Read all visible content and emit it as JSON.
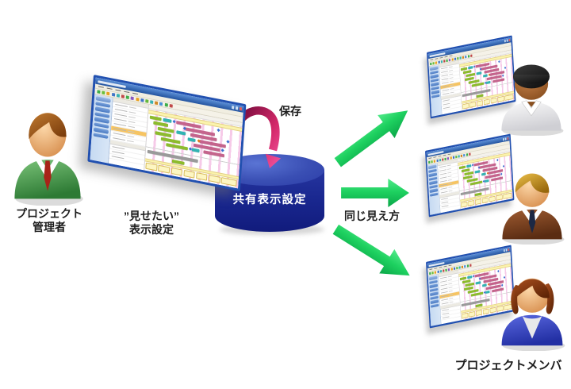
{
  "manager": {
    "label_line1": "プロジェクト",
    "label_line2": "管理者"
  },
  "settings_label": {
    "line1": "”見せたい”",
    "line2": "表示設定"
  },
  "save_arrow": {
    "label": "保存",
    "gradient_start": "#8a1246",
    "gradient_mid": "#d22868",
    "gradient_end": "#f0509a"
  },
  "database": {
    "label": "共有表示設定",
    "text_color": "#ffffff",
    "top_color": "#3a4fb4",
    "body_color": "#1a2890"
  },
  "share_arrows": {
    "label": "同じ見え方",
    "gradient_top": "#52ea8a",
    "gradient_mid": "#1ed160",
    "gradient_bottom": "#0aa648"
  },
  "members": {
    "label": "プロジェクトメンバ"
  },
  "people": {
    "manager": {
      "hairstyle": "swoosh",
      "style": "suit",
      "hair_light": "#c07a30",
      "hair_dark": "#7a3c0c",
      "skin_light": "#fcd7a8",
      "skin_dark": "#d89050",
      "jacket_light": "#7cc47a",
      "jacket_dark": "#2d7a34",
      "shirt": "#ffffff",
      "tie": "#a82418"
    },
    "member_top": {
      "hairstyle": "cap",
      "style": "polo",
      "hair_light": "#3c3c3c",
      "hair_dark": "#101010",
      "skin_light": "#c8824a",
      "skin_dark": "#8a5020",
      "jacket_light": "#fbfbfb",
      "jacket_dark": "#cfcfd4",
      "shirt": "#ffffff"
    },
    "member_middle": {
      "hairstyle": "side",
      "style": "suit",
      "hair_light": "#ecc04a",
      "hair_dark": "#96660a",
      "skin_light": "#fcd7a8",
      "skin_dark": "#d89050",
      "jacket_light": "#a05c32",
      "jacket_dark": "#5a2c12",
      "shirt": "#ffffff",
      "tie": "#1c2844"
    },
    "member_bottom": {
      "hairstyle": "bob",
      "style": "vneck",
      "hair_light": "#a84e1e",
      "hair_dark": "#5e2406",
      "skin_light": "#fcd7a8",
      "skin_dark": "#d89050",
      "jacket_light": "#5a68e0",
      "jacket_dark": "#2330a4",
      "shirt": "#e8e8ea"
    }
  },
  "gantt_palette": {
    "frame": "#2150b0",
    "titlebar_from": "#5b8fd6",
    "titlebar_to": "#24549f",
    "bar_green": "#8dbb2d",
    "bar_rose": "#c4648c",
    "bar_teal": "#33b3b3",
    "bar_gray": "#9a9a9a",
    "band_yellow": "#fbf3ac",
    "stripe_pink": "#f6cae8",
    "highlight_row": "#f6c462"
  }
}
